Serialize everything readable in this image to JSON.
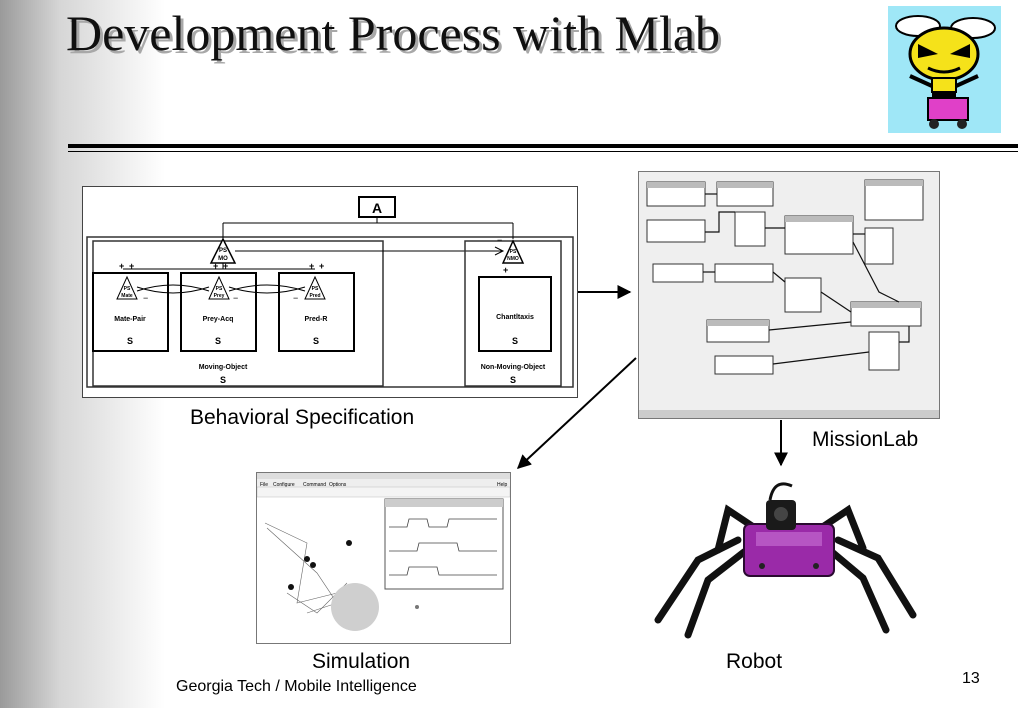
{
  "slide": {
    "title": "Development Process with Mlab",
    "page_number": "13",
    "footer": "Georgia Tech / Mobile Intelligence"
  },
  "behavioral_spec": {
    "caption": "Behavioral Specification",
    "top_box": "A",
    "node_ps_mo": [
      "PS",
      "MO"
    ],
    "node_ps_nmo": [
      "PS",
      "NMO"
    ],
    "node_ps_mate": [
      "PS",
      "Mate"
    ],
    "node_ps_prey": [
      "PS",
      "Prey"
    ],
    "node_ps_pred": [
      "PS",
      "Pred"
    ],
    "box_mate_pair": "Mate-Pair",
    "box_prey_acq": "Prey-Acq",
    "box_pred_r": "Pred-R",
    "box_chantltaxis": "Chantltaxis",
    "state_symbol": "S",
    "group_moving": "Moving-Object",
    "group_non_moving": "Non-Moving-Object",
    "sign_plus": "+",
    "sign_minus": "−"
  },
  "missionlab": {
    "caption": "MissionLab"
  },
  "simulation": {
    "caption": "Simulation",
    "menu_file": "File",
    "menu_configure": "Configure",
    "menu_command": "Command",
    "menu_options": "Options",
    "menu_help": "Help"
  },
  "robot": {
    "caption": "Robot"
  },
  "colors": {
    "logo_background": "#9fe7f7",
    "robot_body": "#9a2aa8"
  }
}
